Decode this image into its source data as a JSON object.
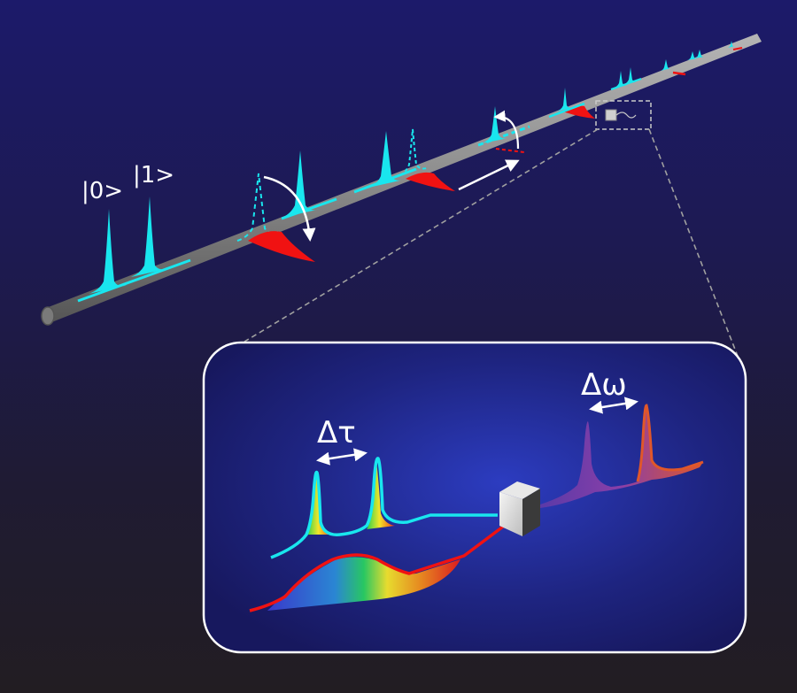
{
  "labels": {
    "ket0": "|0>",
    "ket1": "|1>",
    "delta_tau": "Δτ",
    "delta_omega": "Δω"
  },
  "colors": {
    "pulse": "#19e6ee",
    "control_pulse": "#f01212",
    "fiber": "#8d8d8d",
    "panel_border": "#ffffff",
    "modulator": "#d8d8d8",
    "converted_pulse_a": "#8a3fa8",
    "converted_pulse_b": "#e0572a"
  },
  "icons": [
    "fiber-icon",
    "modulator-icon",
    "arrow-icon"
  ]
}
